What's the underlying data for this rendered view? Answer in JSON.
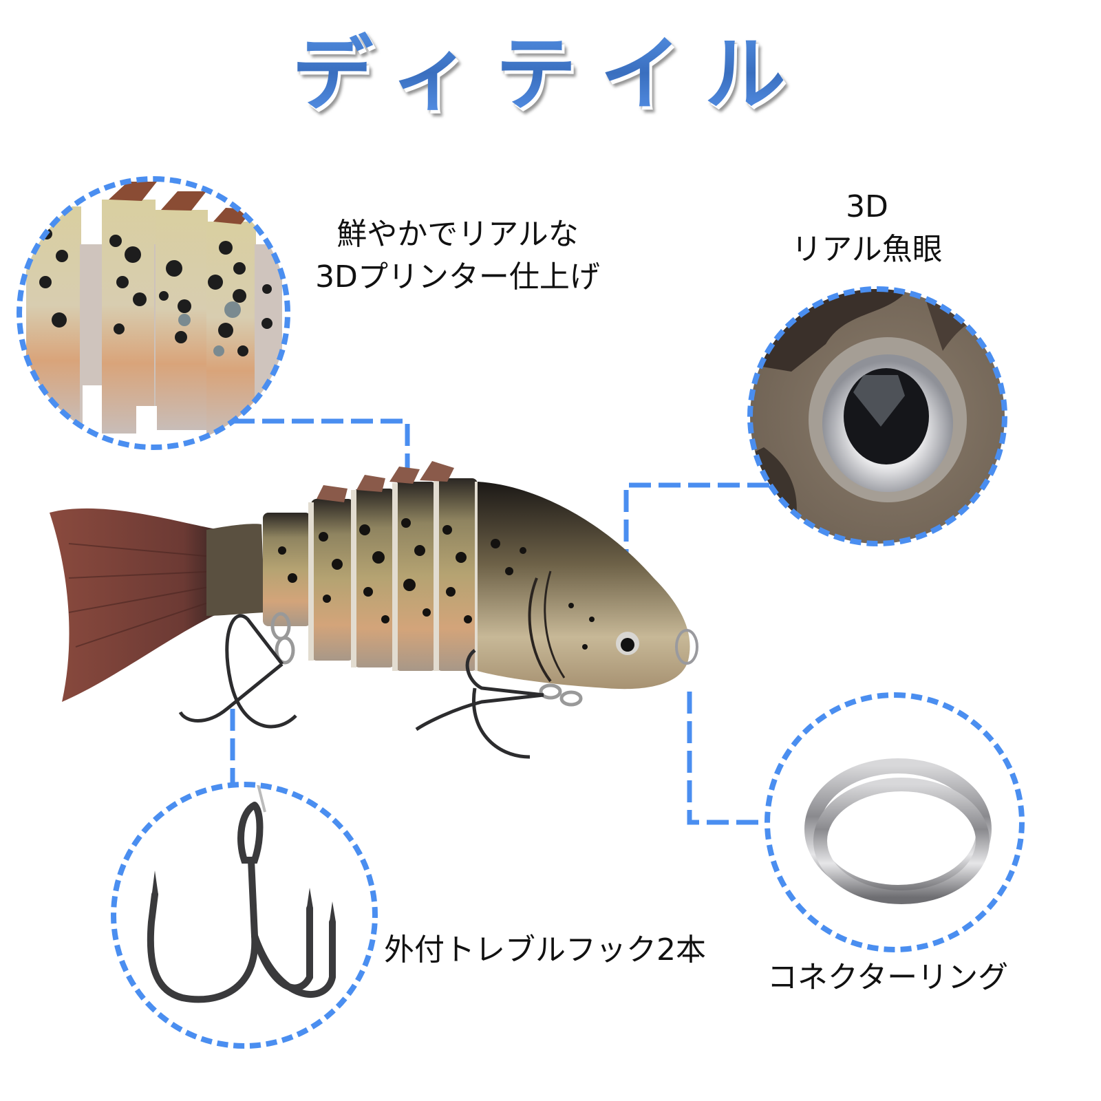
{
  "title": "ディテイル",
  "accent_color": "#4a8ef0",
  "callouts": {
    "body_print": {
      "line1": "鮮やかでリアルな",
      "line2": "3Dプリンター仕上げ",
      "icon": "fish-body-closeup"
    },
    "eye": {
      "line1": "3D",
      "line2": "リアル魚眼",
      "icon": "fish-eye-closeup"
    },
    "hook": {
      "text": "外付トレブルフック2本",
      "icon": "treble-hook"
    },
    "ring": {
      "text": "コネクターリング",
      "icon": "split-ring"
    }
  },
  "product": {
    "icon": "swimbait-lure"
  }
}
